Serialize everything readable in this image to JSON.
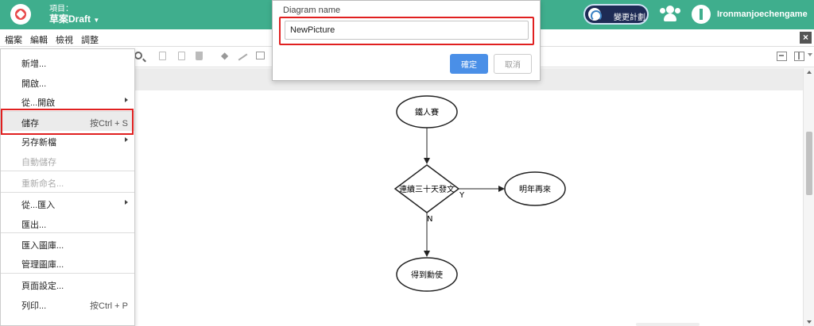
{
  "header": {
    "project_label": "項目：",
    "project_name": "草案Draft",
    "plan_button": "變更計劃",
    "username": "Ironmanjoechengame"
  },
  "menubar": {
    "items": [
      "檔案",
      "編輯",
      "檢視",
      "調整"
    ]
  },
  "file_menu": {
    "items": [
      {
        "label": "新增..."
      },
      {
        "label": "開啟..."
      },
      {
        "label": "從...開啟"
      },
      {
        "label": "儲存",
        "shortcut": "按Ctrl + S"
      },
      {
        "label": "另存新檔"
      },
      {
        "label": "自動儲存"
      },
      {
        "label": "重新命名..."
      },
      {
        "label": "從...匯入"
      },
      {
        "label": "匯出..."
      },
      {
        "label": "匯入圖庫..."
      },
      {
        "label": "管理圖庫..."
      },
      {
        "label": "頁面設定..."
      },
      {
        "label": "列印...",
        "shortcut": "按Ctrl + P"
      }
    ]
  },
  "dialog": {
    "title": "Diagram name",
    "name_value": "NewPicture",
    "ok_label": "確定",
    "cancel_label": "取消"
  },
  "flowchart": {
    "start": "鐵人賽",
    "decision": "連續三十天發文",
    "yes_outcome": "明年再來",
    "no_outcome": "得到勳使",
    "yes_label": "Y",
    "no_label": "N"
  },
  "colors": {
    "brand": "#3fae8d",
    "primary_button": "#4a8fe7",
    "highlight": "#e02020"
  }
}
